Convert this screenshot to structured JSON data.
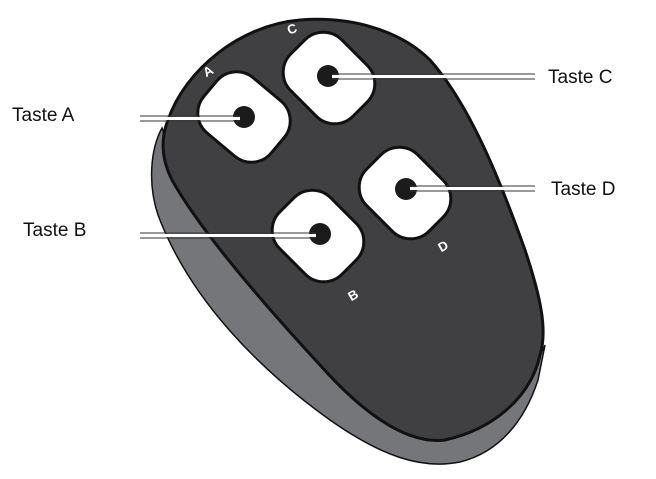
{
  "diagram": {
    "subject": "4-button remote control key fob",
    "colors": {
      "body": "#404042",
      "side_shadow": "#75767a",
      "outline": "#111111",
      "button_pad": "#ffffff",
      "button_dot": "#1b1b1b",
      "leader_line": "#ffffff",
      "label_text": "#111111",
      "background": "#ffffff"
    },
    "callouts": [
      {
        "id": "A",
        "label": "Taste A",
        "button_letter": "A",
        "side": "left"
      },
      {
        "id": "B",
        "label": "Taste B",
        "button_letter": "B",
        "side": "left"
      },
      {
        "id": "C",
        "label": "Taste C",
        "button_letter": "C",
        "side": "right"
      },
      {
        "id": "D",
        "label": "Taste D",
        "button_letter": "D",
        "side": "right"
      }
    ]
  }
}
